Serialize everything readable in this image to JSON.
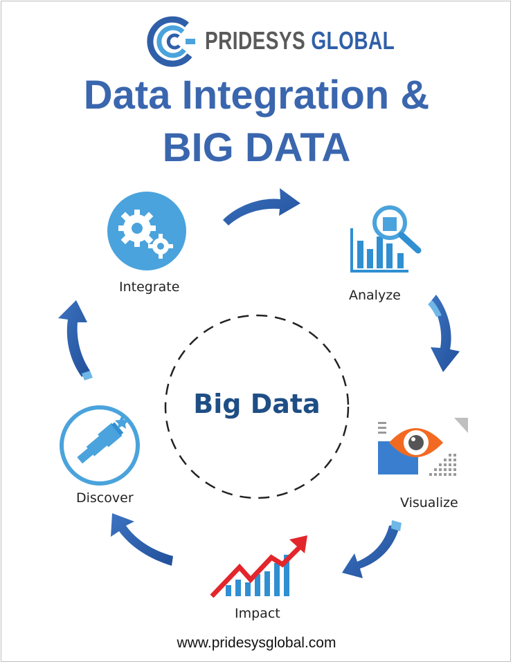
{
  "brand": {
    "name_part1": "PRIDESYS",
    "name_part2": "GLOBAL",
    "logo_icon": "concentric-c-logo-icon"
  },
  "headline": {
    "line1": "Data Integration &",
    "line2": "BIG DATA"
  },
  "center": {
    "label": "Big Data"
  },
  "steps": [
    {
      "label": "Integrate",
      "icon": "gears-icon"
    },
    {
      "label": "Analyze",
      "icon": "bar-chart-magnifier-icon"
    },
    {
      "label": "Visualize",
      "icon": "eye-report-icon"
    },
    {
      "label": "Impact",
      "icon": "rising-chart-arrow-icon"
    },
    {
      "label": "Discover",
      "icon": "telescope-icon"
    }
  ],
  "footer": {
    "url": "www.pridesysglobal.com"
  },
  "colors": {
    "title_blue": "#3a66ae",
    "arrow_blue": "#2f5fa8",
    "icon_light_blue": "#4aa3dc",
    "eye_orange": "#f26a22",
    "impact_red": "#e2262b",
    "center_text": "#1f4e85"
  }
}
